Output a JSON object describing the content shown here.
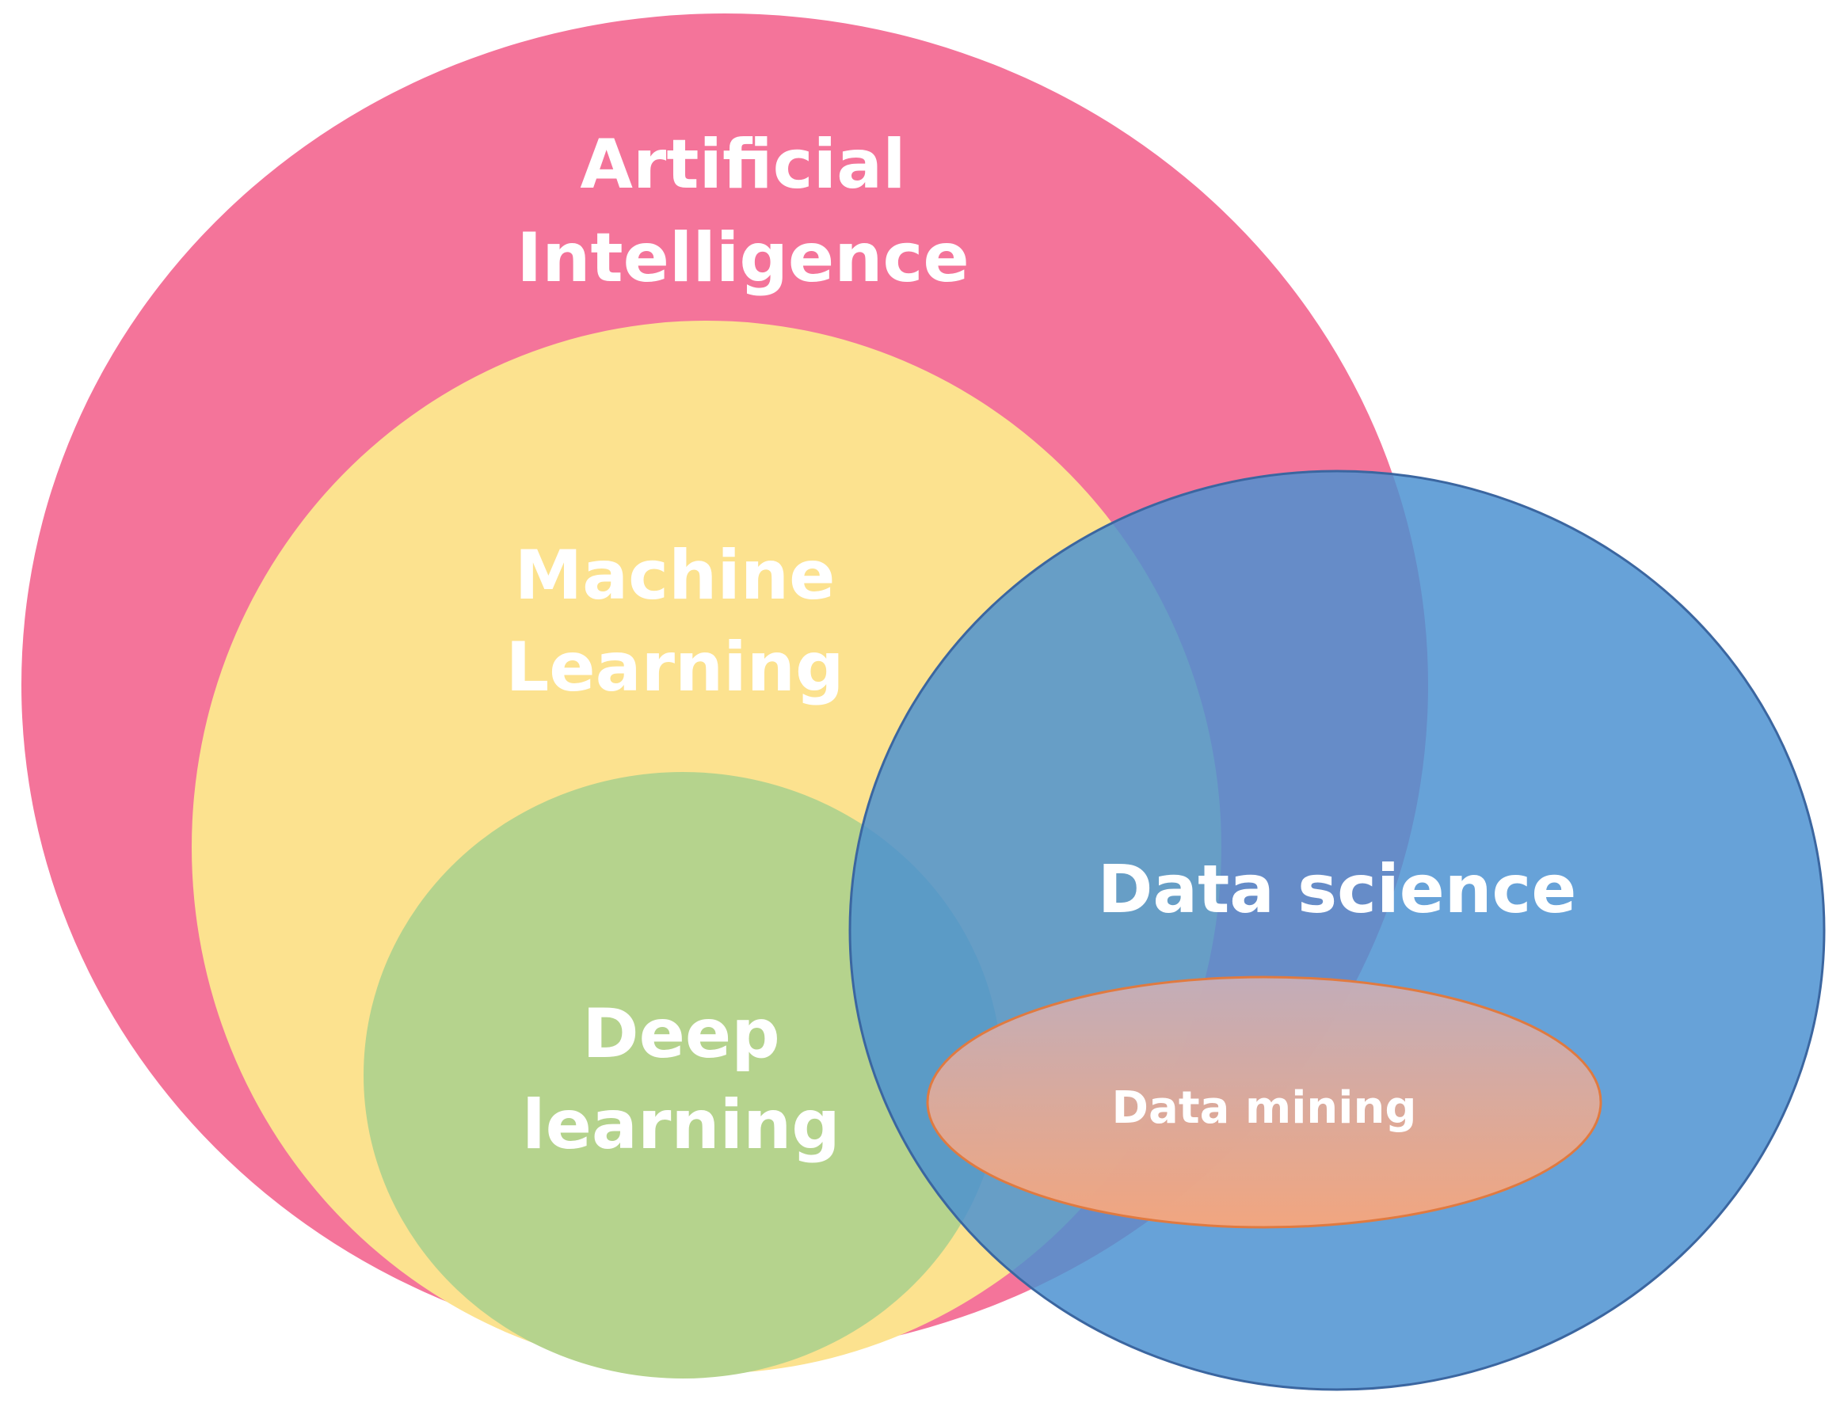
{
  "diagram": {
    "sets": {
      "artificial_intelligence": {
        "line1": "Artificial",
        "line2": "Intelligence",
        "color": "#F4749A"
      },
      "machine_learning": {
        "line1": "Machine",
        "line2": "Learning",
        "color": "#FCE28F"
      },
      "deep_learning": {
        "line1": "Deep",
        "line2": "learning",
        "color": "#B5D38D"
      },
      "data_science": {
        "label": "Data science",
        "color": "#4A90D0",
        "stroke": "#3B66A0"
      },
      "data_mining": {
        "label": "Data mining",
        "color_top": "#C9B0B8",
        "color_bottom": "#F5A57E",
        "stroke": "#E07A40"
      }
    }
  }
}
